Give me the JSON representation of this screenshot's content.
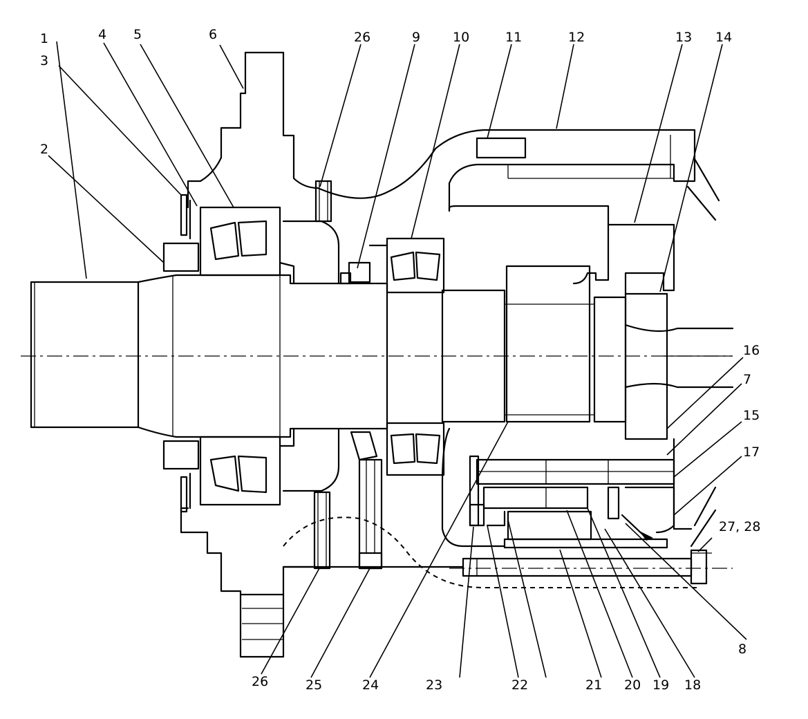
{
  "callouts": {
    "c1": "1",
    "c2": "2",
    "c3": "3",
    "c4": "4",
    "c5": "5",
    "c6": "6",
    "c26_top": "26",
    "c9": "9",
    "c10": "10",
    "c11": "11",
    "c12": "12",
    "c13": "13",
    "c14": "14",
    "c16": "16",
    "c7": "7",
    "c15": "15",
    "c17": "17",
    "c27_28": "27, 28",
    "c8": "8",
    "c26_bottom": "26",
    "c25": "25",
    "c24": "24",
    "c23": "23",
    "c22": "22",
    "c21": "21",
    "c20": "20",
    "c19": "19",
    "c18": "18"
  }
}
